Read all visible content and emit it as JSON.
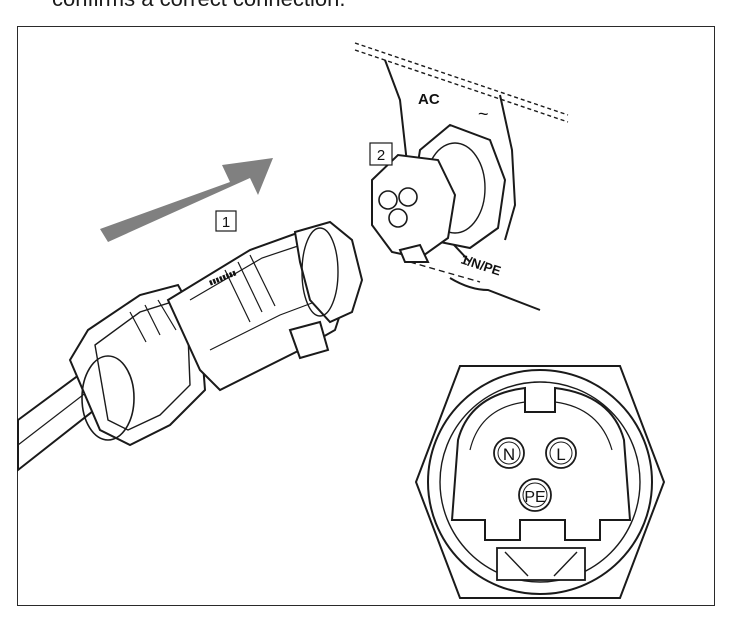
{
  "caption": "confirms a correct connection.",
  "callouts": {
    "one": "1",
    "two": "2"
  },
  "panel": {
    "ac_label": "AC",
    "tilde": "~",
    "pin_label": "1/N/PE"
  },
  "socket_pins": {
    "n": "N",
    "l": "L",
    "pe": "PE"
  },
  "colors": {
    "arrow": "#7f7f7f",
    "line": "#1a1a1a",
    "fill": "#ffffff"
  }
}
